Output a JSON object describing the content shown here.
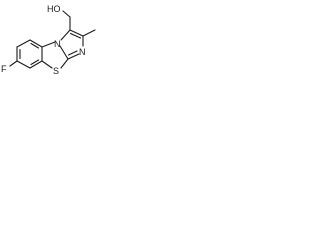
{
  "molecule": {
    "atoms": {
      "fluorine": "F",
      "sulfur": "S",
      "ring_nitrogen_bridge": "N",
      "ring_nitrogen_imine": "N",
      "hydroxyl": "HO"
    },
    "colors": {
      "bond": "#1a1a1a",
      "background": "#ffffff"
    }
  }
}
